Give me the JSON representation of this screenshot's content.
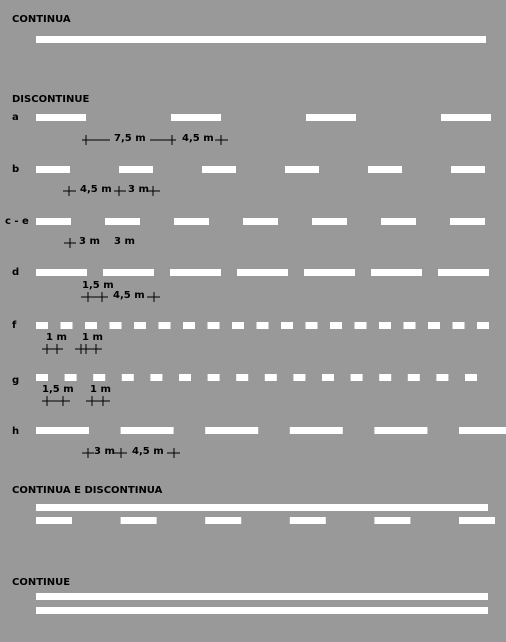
{
  "colors": {
    "background": "#999999",
    "marking": "#ffffff",
    "text": "#000000"
  },
  "sections": {
    "continua": "CONTINUA",
    "discontinue": "DISCONTINUE",
    "continua_e_discontinua": "CONTINUA E DISCONTINUA",
    "continue": "CONTINUE"
  },
  "rows": [
    {
      "id": "a",
      "label": "a",
      "measures": [
        "7,5 m",
        "4,5 m"
      ]
    },
    {
      "id": "b",
      "label": "b",
      "measures": [
        "4,5 m",
        "3 m"
      ]
    },
    {
      "id": "ce",
      "label": "c - e",
      "measures": [
        "3 m",
        "3 m"
      ]
    },
    {
      "id": "d",
      "label": "d",
      "measures": [
        "1,5 m",
        "4,5 m"
      ]
    },
    {
      "id": "f",
      "label": "f",
      "measures": [
        "1 m",
        "1 m"
      ]
    },
    {
      "id": "g",
      "label": "g",
      "measures": [
        "1,5 m",
        "1 m"
      ]
    },
    {
      "id": "h",
      "label": "h",
      "measures": [
        "3 m",
        "4,5 m"
      ]
    }
  ]
}
